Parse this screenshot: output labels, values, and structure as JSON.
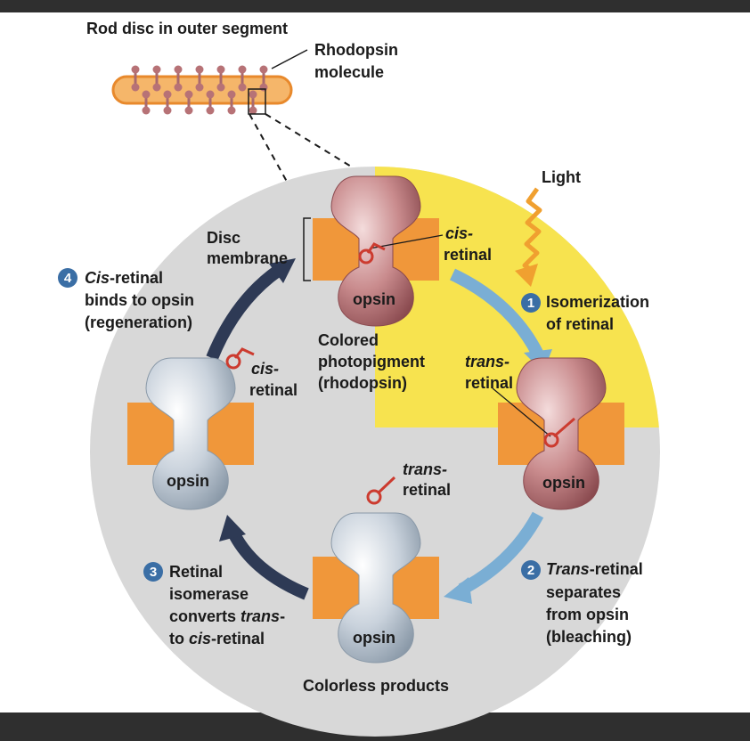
{
  "title": "Rod disc in outer segment",
  "rhodopsin_label": [
    "Rhodopsin",
    "molecule"
  ],
  "light_label": "Light",
  "disc_membrane_label": [
    "Disc",
    "membrane"
  ],
  "cis_retinal_top": [
    "cis-",
    "retinal"
  ],
  "cis_retinal_left": [
    "cis-",
    "retinal"
  ],
  "trans_retinal_right": [
    "trans-",
    "retinal"
  ],
  "trans_retinal_bottom": [
    "trans-",
    "retinal"
  ],
  "opsin_label": "opsin",
  "colored_photopigment": [
    "Colored",
    "photopigment",
    "(rhodopsin)"
  ],
  "colorless_products": "Colorless products",
  "steps": [
    {
      "number": "1",
      "lines": [
        "Isomerization",
        "of retinal"
      ]
    },
    {
      "number": "2",
      "lines": [
        "Trans-retinal",
        "separates",
        "from opsin",
        "(bleaching)"
      ]
    },
    {
      "number": "3",
      "lines": [
        "Retinal",
        "isomerase",
        "converts trans-",
        "to cis-retinal"
      ]
    },
    {
      "number": "4",
      "lines": [
        "Cis-retinal",
        "binds to opsin",
        "(regeneration)"
      ]
    }
  ],
  "colors": {
    "background_circle": "#d8d8d8",
    "light_region": "#f7e34f",
    "membrane": "#f0973a",
    "rhodopsin_fill": "#c47f82",
    "opsin_fill": "#c3cdd8",
    "retinal": "#cc3b2f",
    "arrow_light_blue": "#7aaed4",
    "arrow_navy": "#2e3a55",
    "step_badge": "#3a6ea5",
    "frame_bar": "#2f2f2f"
  }
}
